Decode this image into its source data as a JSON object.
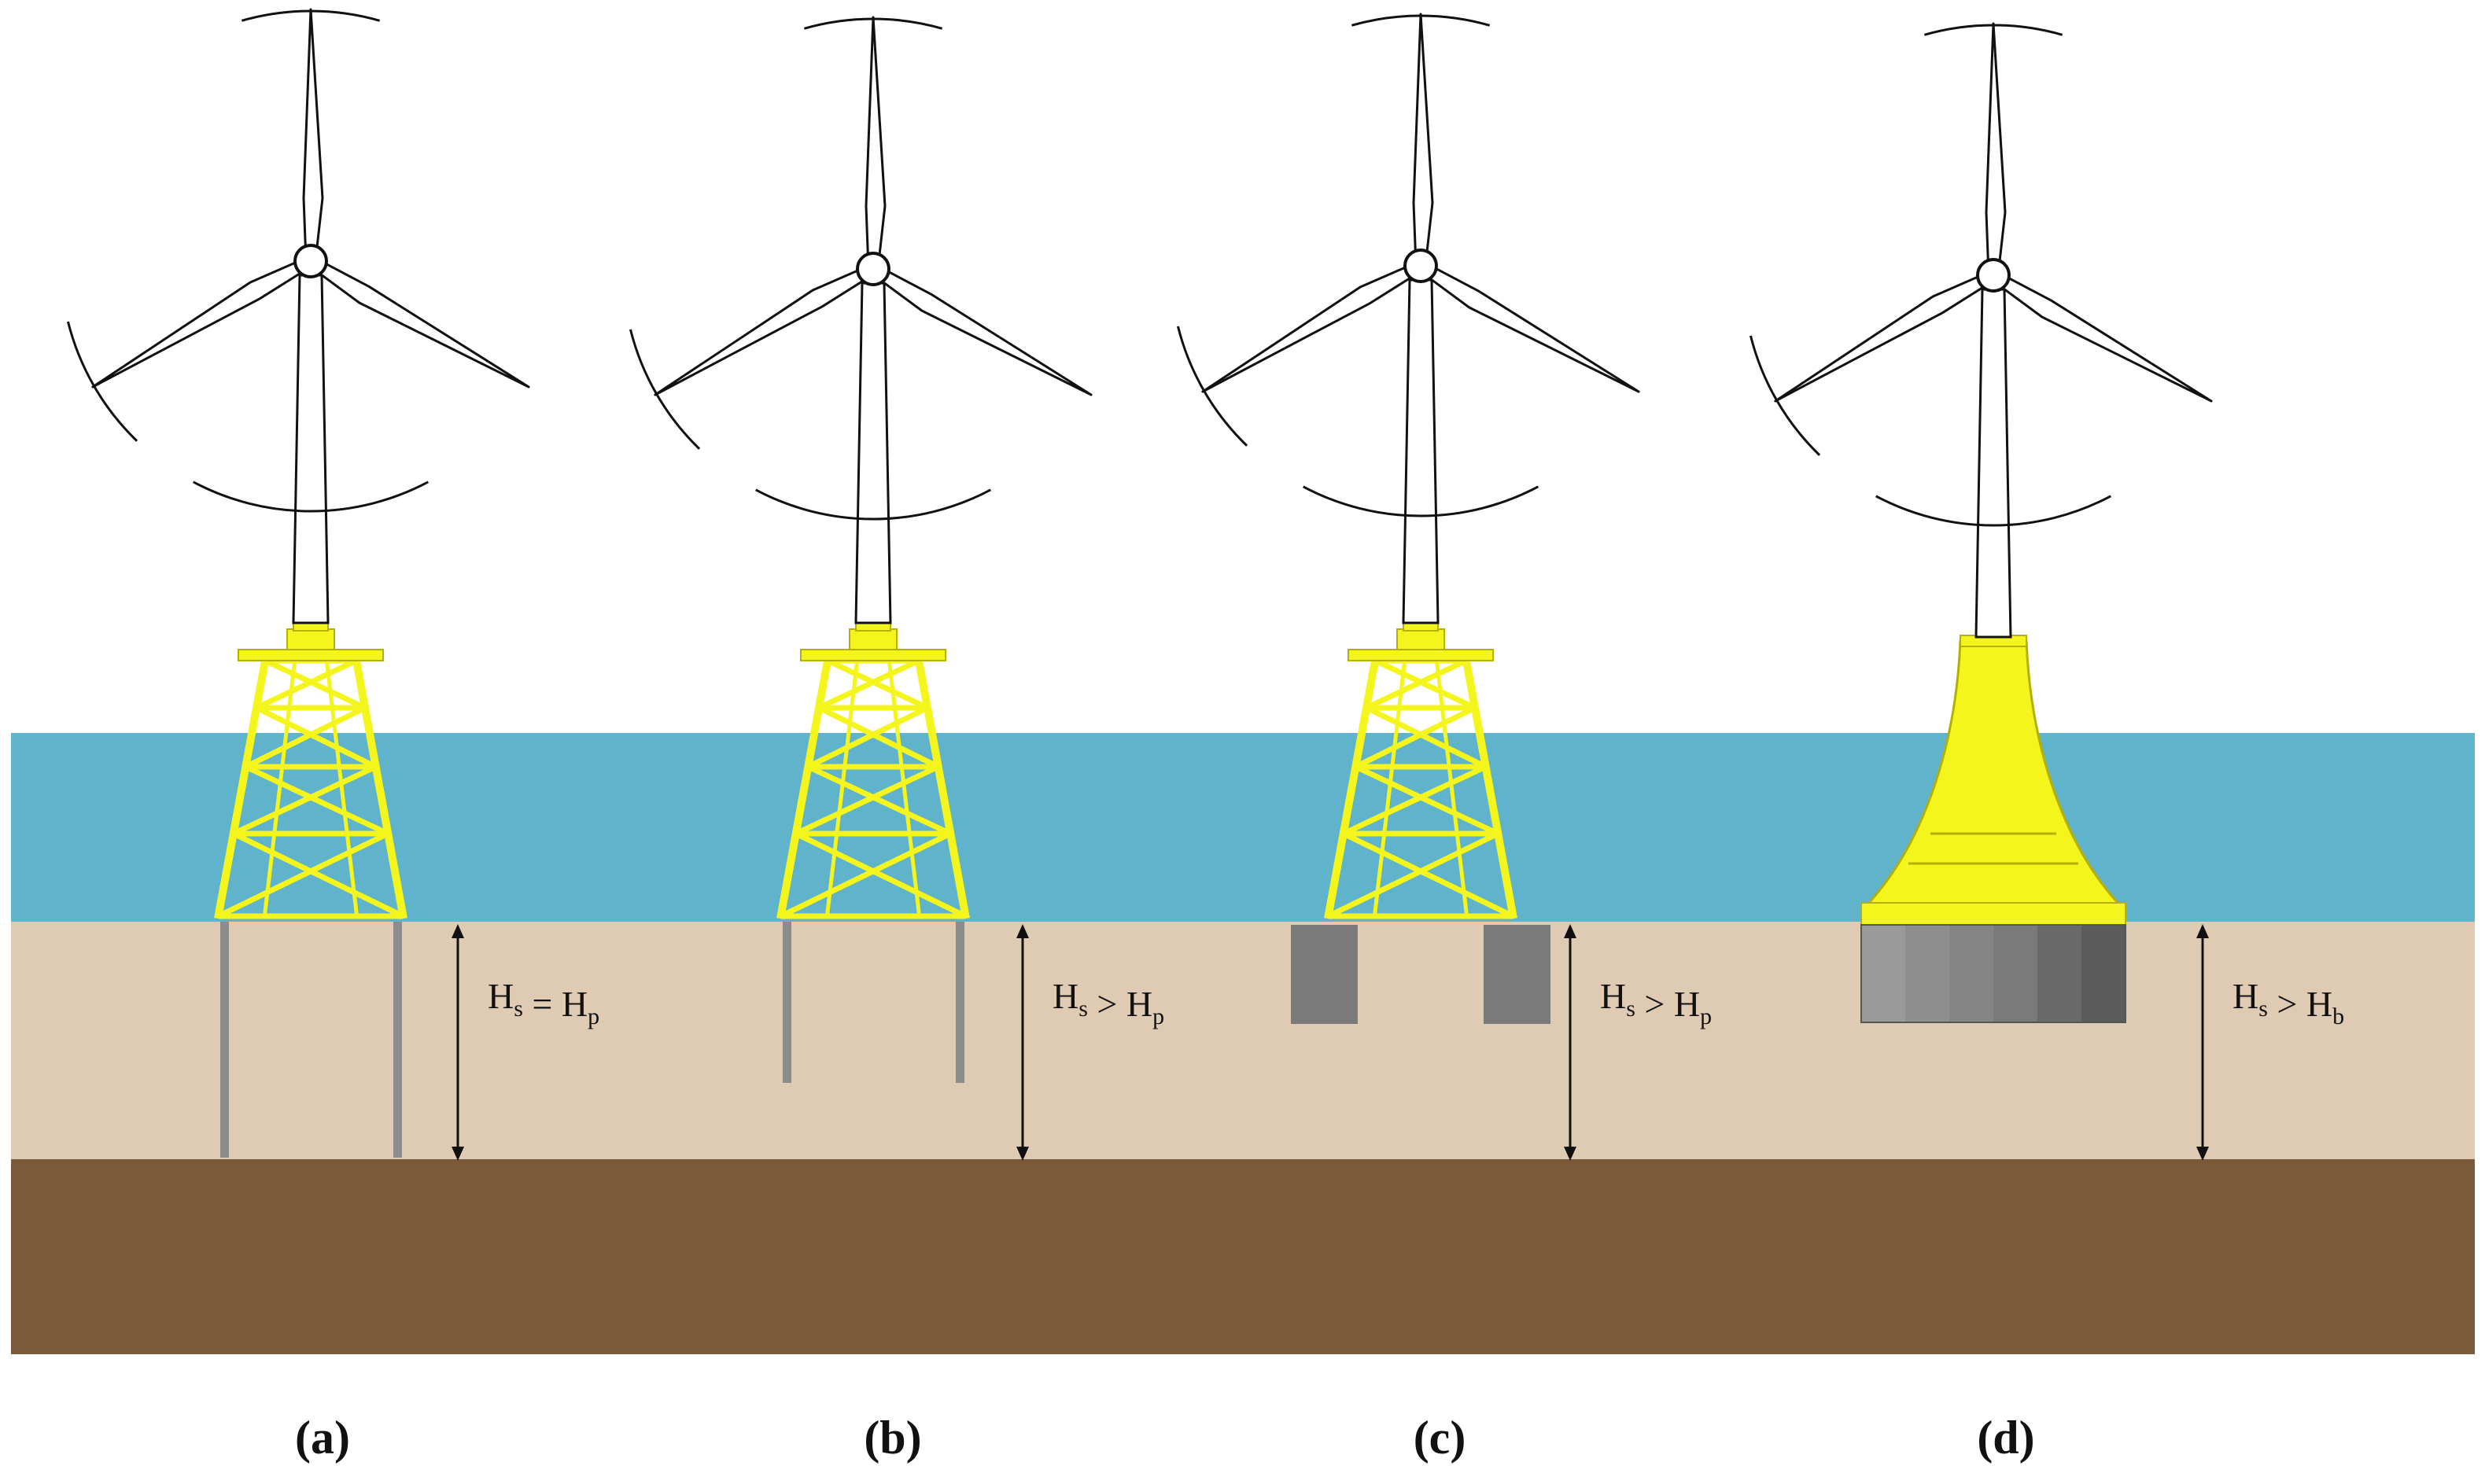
{
  "colors": {
    "background": "#ffffff",
    "sea": "#5fb3cb",
    "soil_upper": "#dfcbb3",
    "soil_lower": "#7a5a39",
    "structure": "#f5f51e",
    "structure_edge": "#b5b000",
    "pile": "#8c8c8c",
    "bucket": "#7a7a7a",
    "turbine_line": "#111111"
  },
  "panels": [
    {
      "id": "a",
      "label": "(a)",
      "foundation": "jacket-piles",
      "dim": {
        "H1": "H",
        "s1": "s",
        "op": " = ",
        "H2": "H",
        "s2": "p"
      }
    },
    {
      "id": "b",
      "label": "(b)",
      "foundation": "jacket-short-piles",
      "dim": {
        "H1": "H",
        "s1": "s",
        "op": " > ",
        "H2": "H",
        "s2": "p"
      }
    },
    {
      "id": "c",
      "label": "(c)",
      "foundation": "jacket-suction-buckets",
      "dim": {
        "H1": "H",
        "s1": "s",
        "op": " > ",
        "H2": "H",
        "s2": "p"
      }
    },
    {
      "id": "d",
      "label": "(d)",
      "foundation": "gravity-base-bucket",
      "dim": {
        "H1": "H",
        "s1": "s",
        "op": " > ",
        "H2": "H",
        "s2": "b"
      }
    }
  ]
}
